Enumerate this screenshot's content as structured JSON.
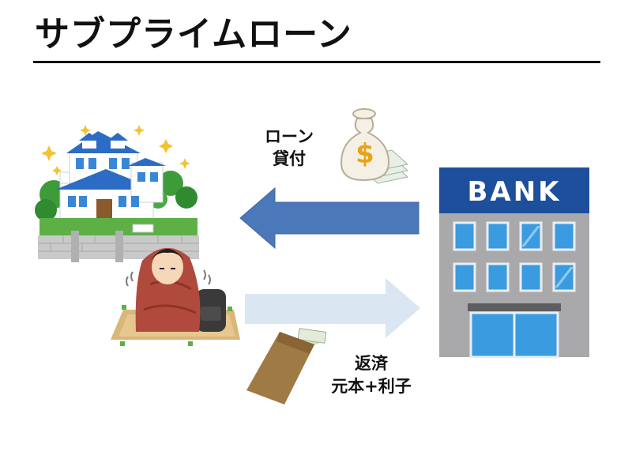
{
  "title": "サブプライムローン",
  "loan_label": [
    "ローン",
    "貸付"
  ],
  "repay_label": [
    "返済",
    "元本+利子"
  ],
  "bank_sign": "BANK",
  "money_symbol": "$",
  "colors": {
    "loan_arrow": "#4a78b8",
    "repay_arrow": "#dbe6f3",
    "bank_sign_bg": "#1d4f9c",
    "bank_wall": "#a9a9ab",
    "window_blue": "#3a9be0"
  }
}
